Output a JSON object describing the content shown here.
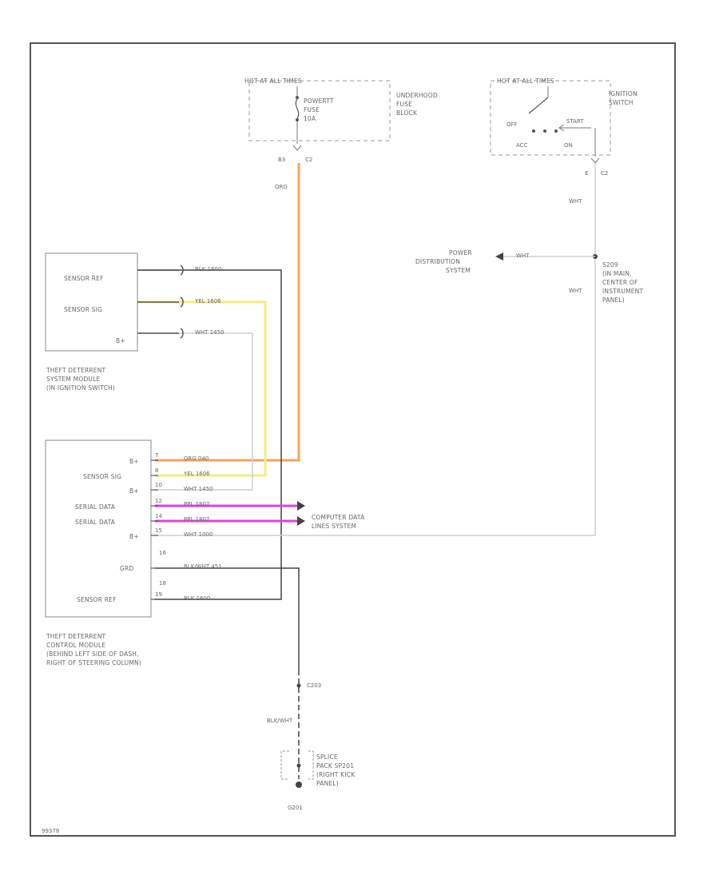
{
  "fuse_block": {
    "header": "HOT AT ALL TIMES",
    "fuse_name": "POWERTT",
    "fuse_label": "FUSE",
    "fuse_rating": "10A",
    "name_lines": [
      "UNDERHOOD",
      "FUSE",
      "BLOCK"
    ],
    "pin": "B3",
    "connector": "C2",
    "wire": "ORG"
  },
  "ignition": {
    "header": "HOT AT ALL TIMES",
    "name_lines": [
      "IGNITION",
      "SWITCH"
    ],
    "pos_off": "OFF",
    "pos_start": "START",
    "pos_acc": "ACC",
    "pos_on": "ON",
    "pin": "E",
    "connector": "C2",
    "wire_top": "WHT",
    "wire_bottom": "WHT"
  },
  "power_dist": {
    "lines": [
      "POWER",
      "DISTRIBUTION",
      "SYSTEM"
    ],
    "wire": "WHT",
    "splice_lines": [
      "S209",
      "(IN MAIN,",
      "CENTER OF",
      "INSTRUMENT",
      "PANEL)"
    ]
  },
  "sensor_module": {
    "pins": [
      "SENSOR REF",
      "SENSOR SIG",
      "B+"
    ],
    "wires": [
      "BLK 1600",
      "YEL 1606",
      "WHT 1450"
    ],
    "caption": [
      "THEFT DETERRENT",
      "SYSTEM MODULE",
      "(IN IGNITION SWITCH)"
    ]
  },
  "control_module": {
    "pins": [
      "B+",
      "SENSOR SIG",
      "B+",
      "SERIAL DATA",
      "SERIAL DATA",
      "B+",
      "GRD",
      "SENSOR REF"
    ],
    "pin_numbers": [
      "7",
      "8",
      "10",
      "12",
      "14",
      "15",
      "16",
      "18",
      "19"
    ],
    "wires": [
      "ORG 040",
      "YEL 1606",
      "WHT 1450",
      "PPL 1807",
      "PPL 1807",
      "WHT 1000",
      "BLK/WHT 451",
      "BLK 1600"
    ],
    "caption": [
      "THEFT DETERRENT",
      "CONTROL MODULE",
      "(BEHIND LEFT SIDE OF DASH,",
      "RIGHT OF STEERING COLUMN)"
    ]
  },
  "data_link": {
    "lines": [
      "COMPUTER DATA",
      "LINES SYSTEM"
    ]
  },
  "ground": {
    "connector": "C203",
    "wire": "BLK/WHT",
    "splice_lines": [
      "SPLICE",
      "PACK SP201",
      "(RIGHT KICK",
      "PANEL)"
    ],
    "ground_id": "G201"
  },
  "figure_id": "99378",
  "colors": {
    "frame": "#555555",
    "orange": "#f4a460",
    "yellow": "#f0ee80",
    "magenta": "#e040e0",
    "white_wire": "#cfcfcf",
    "black_wire": "#444444"
  }
}
